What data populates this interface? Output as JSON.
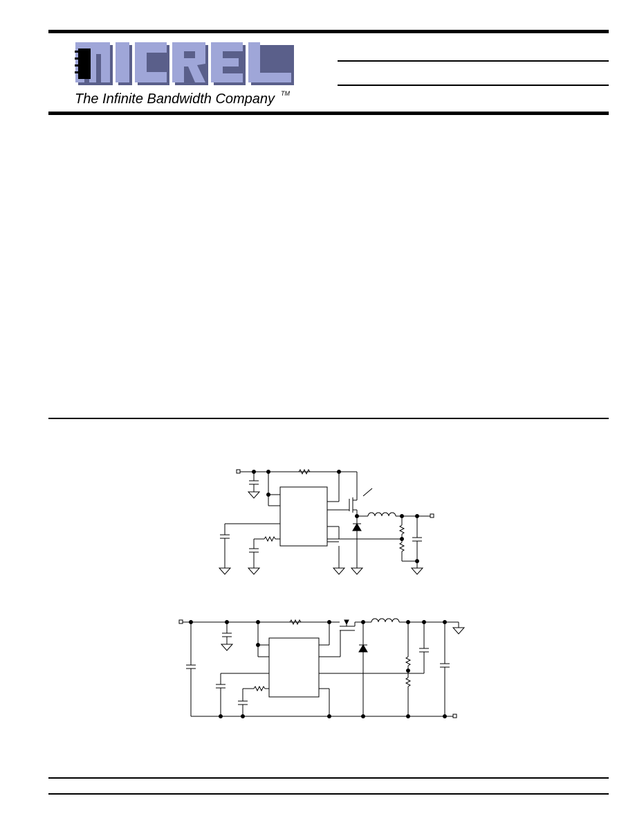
{
  "header": {
    "logo_text": "MICREL",
    "tagline": "The Infinite Bandwidth Company",
    "trademark": "TM"
  },
  "colors": {
    "logo_fill": "#9fa6d8",
    "logo_shadow": "#5a5f8a",
    "rule": "#000000"
  },
  "figures": [
    {
      "name": "buck-converter-schematic-1"
    },
    {
      "name": "buck-converter-schematic-2"
    }
  ]
}
